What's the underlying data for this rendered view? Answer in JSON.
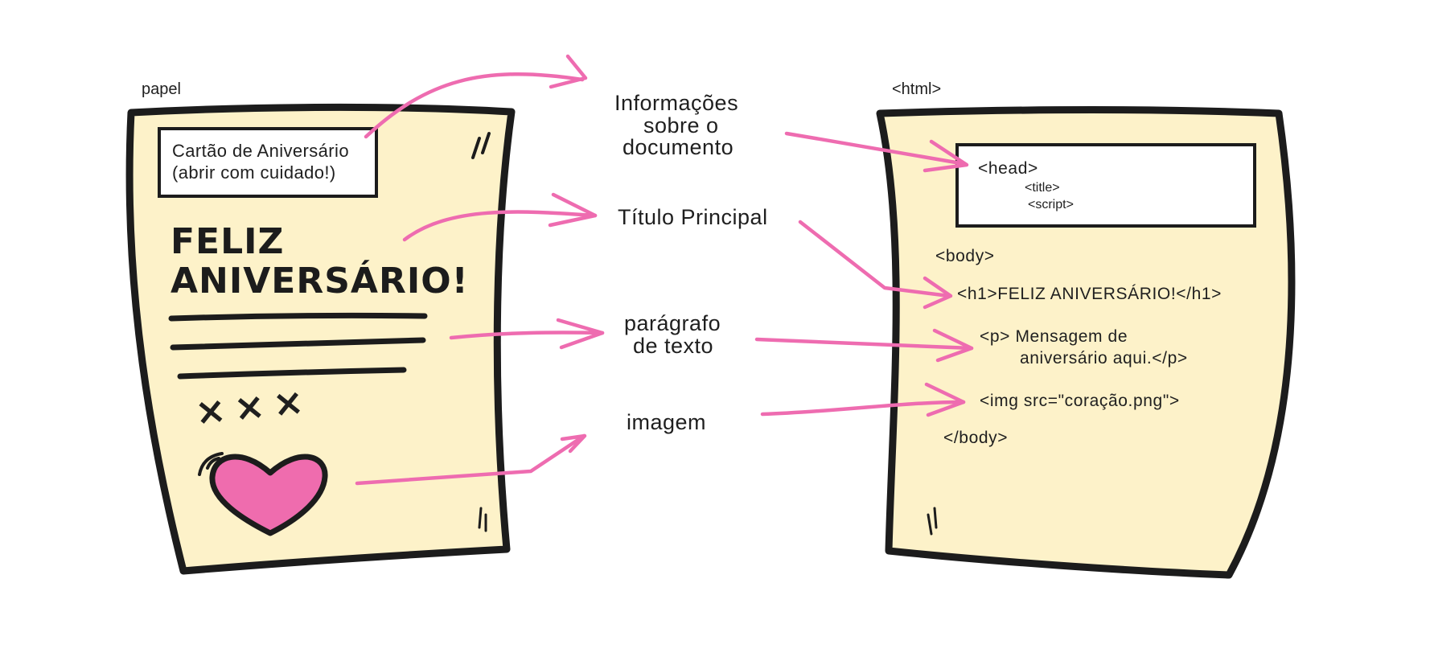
{
  "left_paper": {
    "caption": "papel",
    "note_box": [
      "Cartão de Aniversário",
      "(abrir com cuidado!)"
    ],
    "headline": [
      "FELIZ",
      "ANIVERSÁRIO!"
    ],
    "kisses": "×××"
  },
  "middle_labels": {
    "document_info": [
      "Informações",
      "sobre o",
      "documento"
    ],
    "main_title": "Título Principal",
    "paragraph": [
      "parágrafo",
      "de texto"
    ],
    "image": "imagem"
  },
  "right_paper": {
    "caption": "<html>",
    "head": "<head>",
    "head_children": [
      "<title>",
      "<script>"
    ],
    "body_open": "<body>",
    "h1": "<h1>FELIZ ANIVERSÁRIO!</h1>",
    "p": [
      "<p> Mensagem de",
      "aniversário aqui.</p>"
    ],
    "img": "<img src=\"coração.png\">",
    "body_close": "</body>"
  },
  "colors": {
    "paper": "#fdf2c9",
    "ink": "#1c1c1c",
    "arrow": "#ee6cb0",
    "heart": "#ef6cae"
  }
}
